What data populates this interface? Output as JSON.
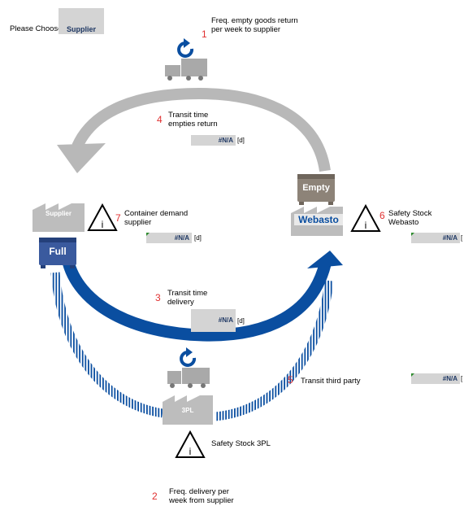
{
  "selector": {
    "prompt": "Please Choose",
    "value": "Supplier"
  },
  "steps": [
    {
      "number": "1",
      "label_lines": [
        "Freq. empty goods return",
        "per week to supplier"
      ]
    },
    {
      "number": "2",
      "label_lines": [
        "Freq. delivery per",
        "week from supplier"
      ]
    },
    {
      "number": "3",
      "label_lines": [
        "Transit time",
        "delivery"
      ]
    },
    {
      "number": "4",
      "label_lines": [
        "Transit time",
        "empties return"
      ]
    },
    {
      "number": "5",
      "label_lines": [
        "Transit third party"
      ]
    },
    {
      "number": "6",
      "label_lines": [
        "Safety Stock",
        "Webasto"
      ]
    },
    {
      "number": "7",
      "label_lines": [
        "Container demand",
        "supplier"
      ]
    }
  ],
  "safety_stock_3pl": "Safety Stock 3PL",
  "fields": {
    "empties_return": {
      "value": "#N/A",
      "unit": "[d]"
    },
    "container_demand": {
      "value": "#N/A",
      "unit": "[d]"
    },
    "transit_delivery": {
      "value": "#N/A",
      "unit": "[d]"
    },
    "safety_stock_webasto": {
      "value": "#N/A",
      "unit": "["
    },
    "transit_third_party": {
      "value": "#N/A",
      "unit": "["
    }
  },
  "nodes": {
    "supplier_factory": "Supplier",
    "webasto_brand": "Webasto",
    "third_party_factory": "3PL",
    "full_container": "Full",
    "empty_container": "Empty"
  },
  "colors": {
    "grey_arrow": "#b8b8b8",
    "blue_arrow": "#0a4ea0",
    "number_red": "#e03030",
    "factory_grey": "#bdbdbd",
    "field_grey": "#d4d4d4",
    "na_text": "#1f3864"
  }
}
